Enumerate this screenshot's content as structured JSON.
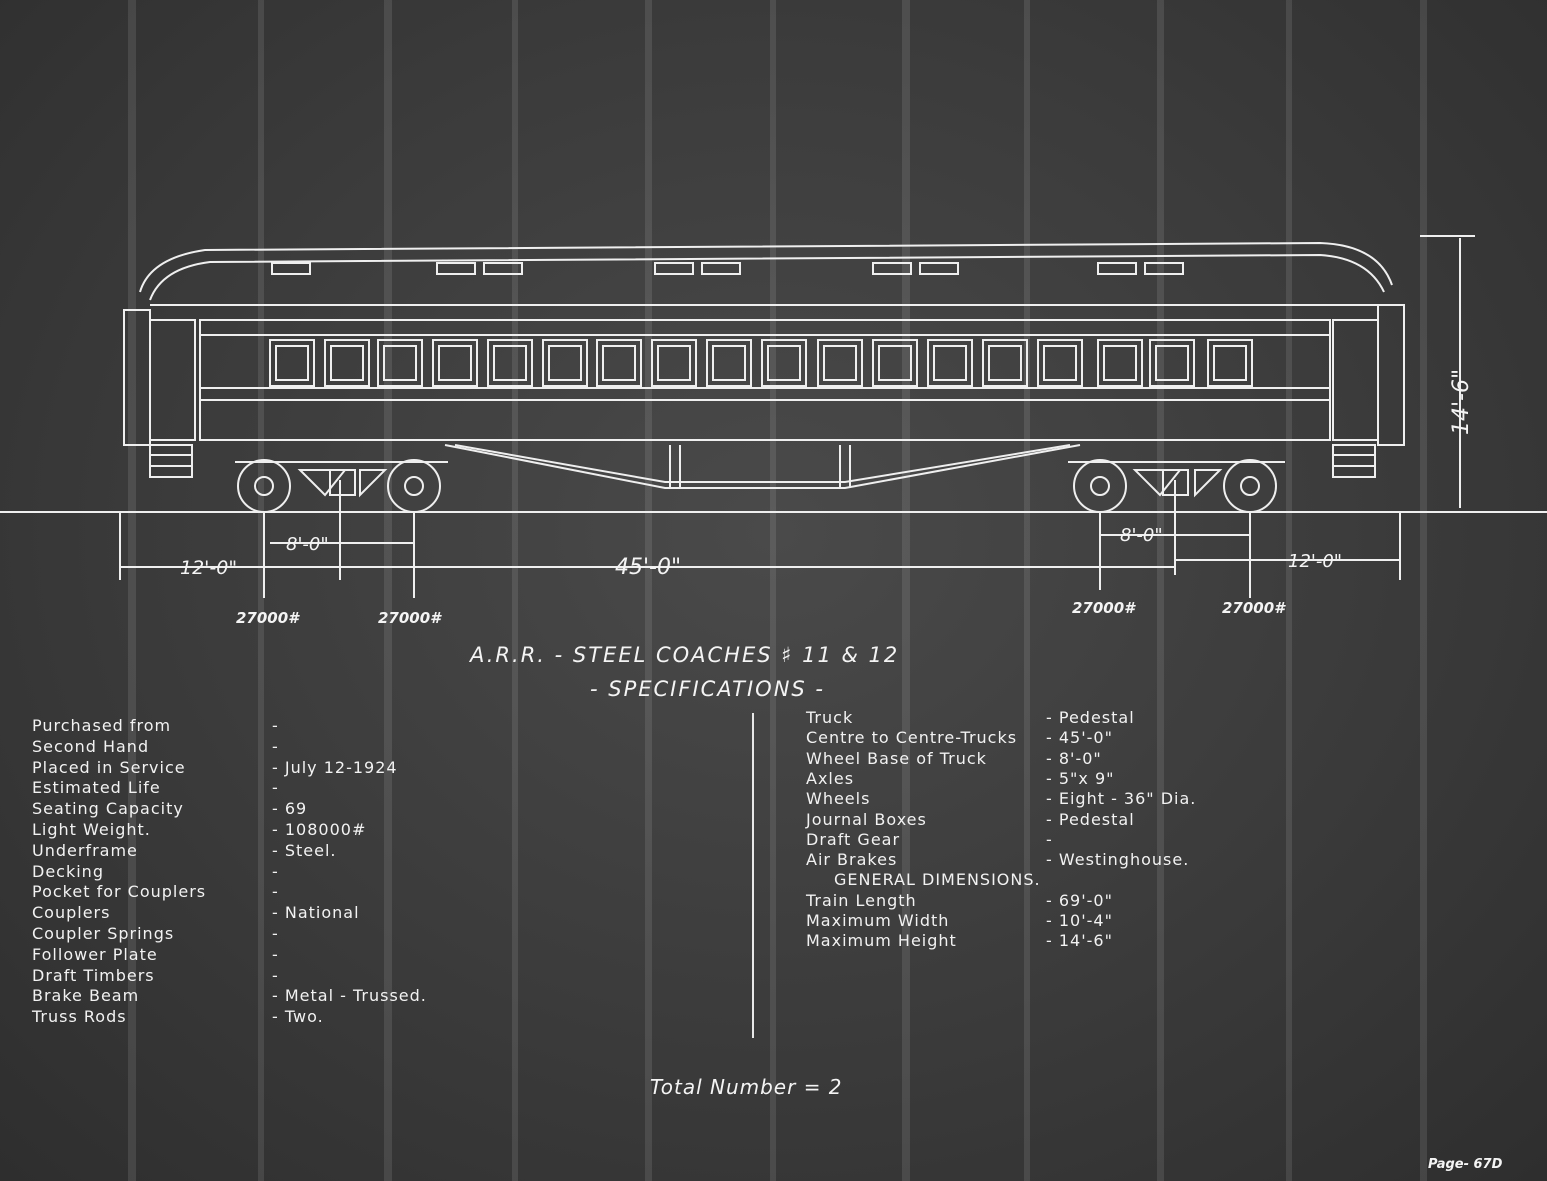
{
  "title": "A.R.R. - STEEL COACHES  ♯ 11 & 12",
  "subtitle": "- SPECIFICATIONS -",
  "dimensions": {
    "left_overhang": "12'-0\"",
    "wheelbase_left": "8'-0\"",
    "truck_centers": "45'-0\"",
    "wheelbase_right": "8'-0\"",
    "right_overhang": "12'-0\"",
    "height": "14'-6\""
  },
  "loads": [
    "27000#",
    "27000#",
    "27000#",
    "27000#"
  ],
  "left_specs": [
    {
      "label": "Purchased from",
      "value": "-"
    },
    {
      "label": "Second Hand",
      "value": "-"
    },
    {
      "label": "Placed in Service",
      "value": "- July 12-1924"
    },
    {
      "label": "Estimated Life",
      "value": "-"
    },
    {
      "label": "Seating Capacity",
      "value": "- 69"
    },
    {
      "label": "Light Weight.",
      "value": "- 108000#"
    },
    {
      "label": "Underframe",
      "value": "- Steel."
    },
    {
      "label": "Decking",
      "value": "-"
    },
    {
      "label": "Pocket for Couplers",
      "value": "-"
    },
    {
      "label": "Couplers",
      "value": "- National"
    },
    {
      "label": "Coupler Springs",
      "value": "-"
    },
    {
      "label": "Follower Plate",
      "value": "-"
    },
    {
      "label": "Draft Timbers",
      "value": "-"
    },
    {
      "label": "Brake Beam",
      "value": "- Metal - Trussed."
    },
    {
      "label": "Truss Rods",
      "value": "- Two."
    }
  ],
  "right_specs": [
    {
      "label": "Truck",
      "value": "- Pedestal"
    },
    {
      "label": "Centre to Centre-Trucks",
      "value": "- 45'-0\""
    },
    {
      "label": "Wheel Base of Truck",
      "value": "- 8'-0\""
    },
    {
      "label": "Axles",
      "value": "- 5\"x 9\""
    },
    {
      "label": "Wheels",
      "value": "- Eight - 36\" Dia."
    },
    {
      "label": "Journal Boxes",
      "value": "- Pedestal"
    },
    {
      "label": "Draft Gear",
      "value": "-"
    },
    {
      "label": "Air Brakes",
      "value": "- Westinghouse."
    },
    {
      "label": "GENERAL DIMENSIONS.",
      "value": ""
    },
    {
      "label": "Train Length",
      "value": "- 69'-0\""
    },
    {
      "label": "Maximum Width",
      "value": "- 10'-4\""
    },
    {
      "label": "Maximum Height",
      "value": "- 14'-6\""
    }
  ],
  "total": "Total Number = 2",
  "page": "Page- 67D"
}
